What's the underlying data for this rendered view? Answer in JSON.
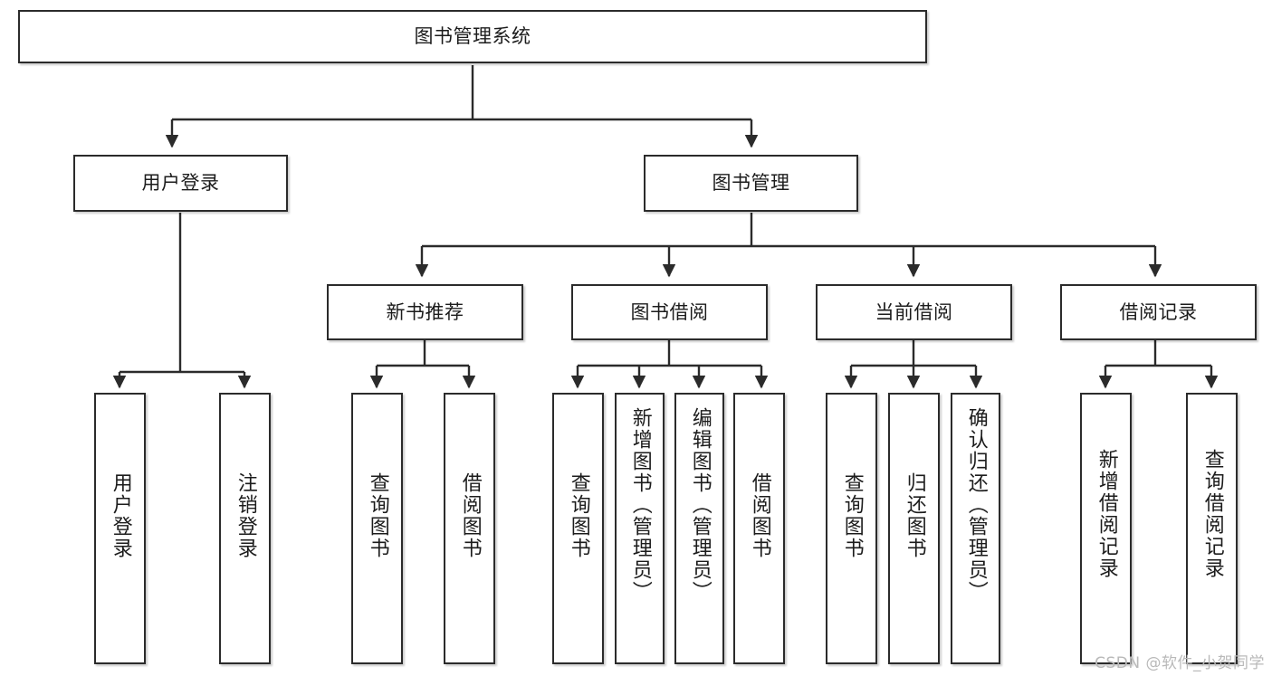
{
  "diagram": {
    "type": "tree-hierarchy-flowchart",
    "title": "图书管理系统",
    "watermark": "CSDN @软件_小贺同学",
    "colors": {
      "background": "#ffffff",
      "box_border": "#2b2b2b",
      "box_fill": "#ffffff",
      "text": "#1c1c1c",
      "connector": "#2b2b2b",
      "watermark": "#b9b9b9"
    },
    "levels": [
      {
        "level": 1,
        "nodes": [
          {
            "id": "root",
            "label": "图书管理系统",
            "orientation": "horizontal"
          }
        ]
      },
      {
        "level": 2,
        "nodes": [
          {
            "id": "login",
            "label": "用户登录",
            "orientation": "horizontal",
            "parent": "root"
          },
          {
            "id": "bookmgmt",
            "label": "图书管理",
            "orientation": "horizontal",
            "parent": "root"
          }
        ]
      },
      {
        "level": 3,
        "nodes": [
          {
            "id": "newbook",
            "label": "新书推荐",
            "orientation": "horizontal",
            "parent": "bookmgmt"
          },
          {
            "id": "borrow",
            "label": "图书借阅",
            "orientation": "horizontal",
            "parent": "bookmgmt"
          },
          {
            "id": "current",
            "label": "当前借阅",
            "orientation": "horizontal",
            "parent": "bookmgmt"
          },
          {
            "id": "records",
            "label": "借阅记录",
            "orientation": "horizontal",
            "parent": "bookmgmt"
          }
        ]
      },
      {
        "level": 4,
        "nodes": [
          {
            "id": "leaf1",
            "label": "用户登录",
            "orientation": "vertical",
            "parent": "login"
          },
          {
            "id": "leaf2",
            "label": "注销登录",
            "orientation": "vertical",
            "parent": "login"
          },
          {
            "id": "leaf3",
            "label": "查询图书",
            "orientation": "vertical",
            "parent": "newbook"
          },
          {
            "id": "leaf4",
            "label": "借阅图书",
            "orientation": "vertical",
            "parent": "newbook"
          },
          {
            "id": "leaf5",
            "label": "查询图书",
            "orientation": "vertical",
            "parent": "borrow"
          },
          {
            "id": "leaf6",
            "label": "新增图书（管理员）",
            "orientation": "vertical",
            "parent": "borrow"
          },
          {
            "id": "leaf7",
            "label": "编辑图书（管理员）",
            "orientation": "vertical",
            "parent": "borrow"
          },
          {
            "id": "leaf8",
            "label": "借阅图书",
            "orientation": "vertical",
            "parent": "borrow"
          },
          {
            "id": "leaf9",
            "label": "查询图书",
            "orientation": "vertical",
            "parent": "current"
          },
          {
            "id": "leaf10",
            "label": "归还图书",
            "orientation": "vertical",
            "parent": "current"
          },
          {
            "id": "leaf11",
            "label": "确认归还（管理员）",
            "orientation": "vertical",
            "parent": "current"
          },
          {
            "id": "leaf12",
            "label": "新增借阅记录",
            "orientation": "vertical",
            "parent": "records"
          },
          {
            "id": "leaf13",
            "label": "查询借阅记录",
            "orientation": "vertical",
            "parent": "records"
          }
        ]
      }
    ]
  }
}
